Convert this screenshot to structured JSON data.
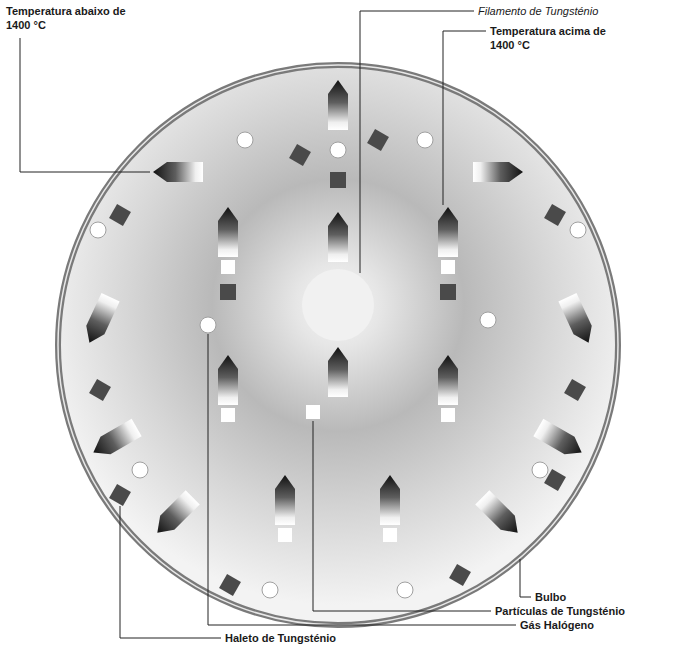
{
  "diagram": {
    "labels": [
      "Temperatura abaixo de 1400 °C",
      "Filamento de Tungsténio",
      "Temperatura acima de 1400 °C",
      "Bulbo",
      "Partículas de Tungsténio",
      "Gás Halógeno",
      "Haleto de Tungsténio"
    ]
  }
}
